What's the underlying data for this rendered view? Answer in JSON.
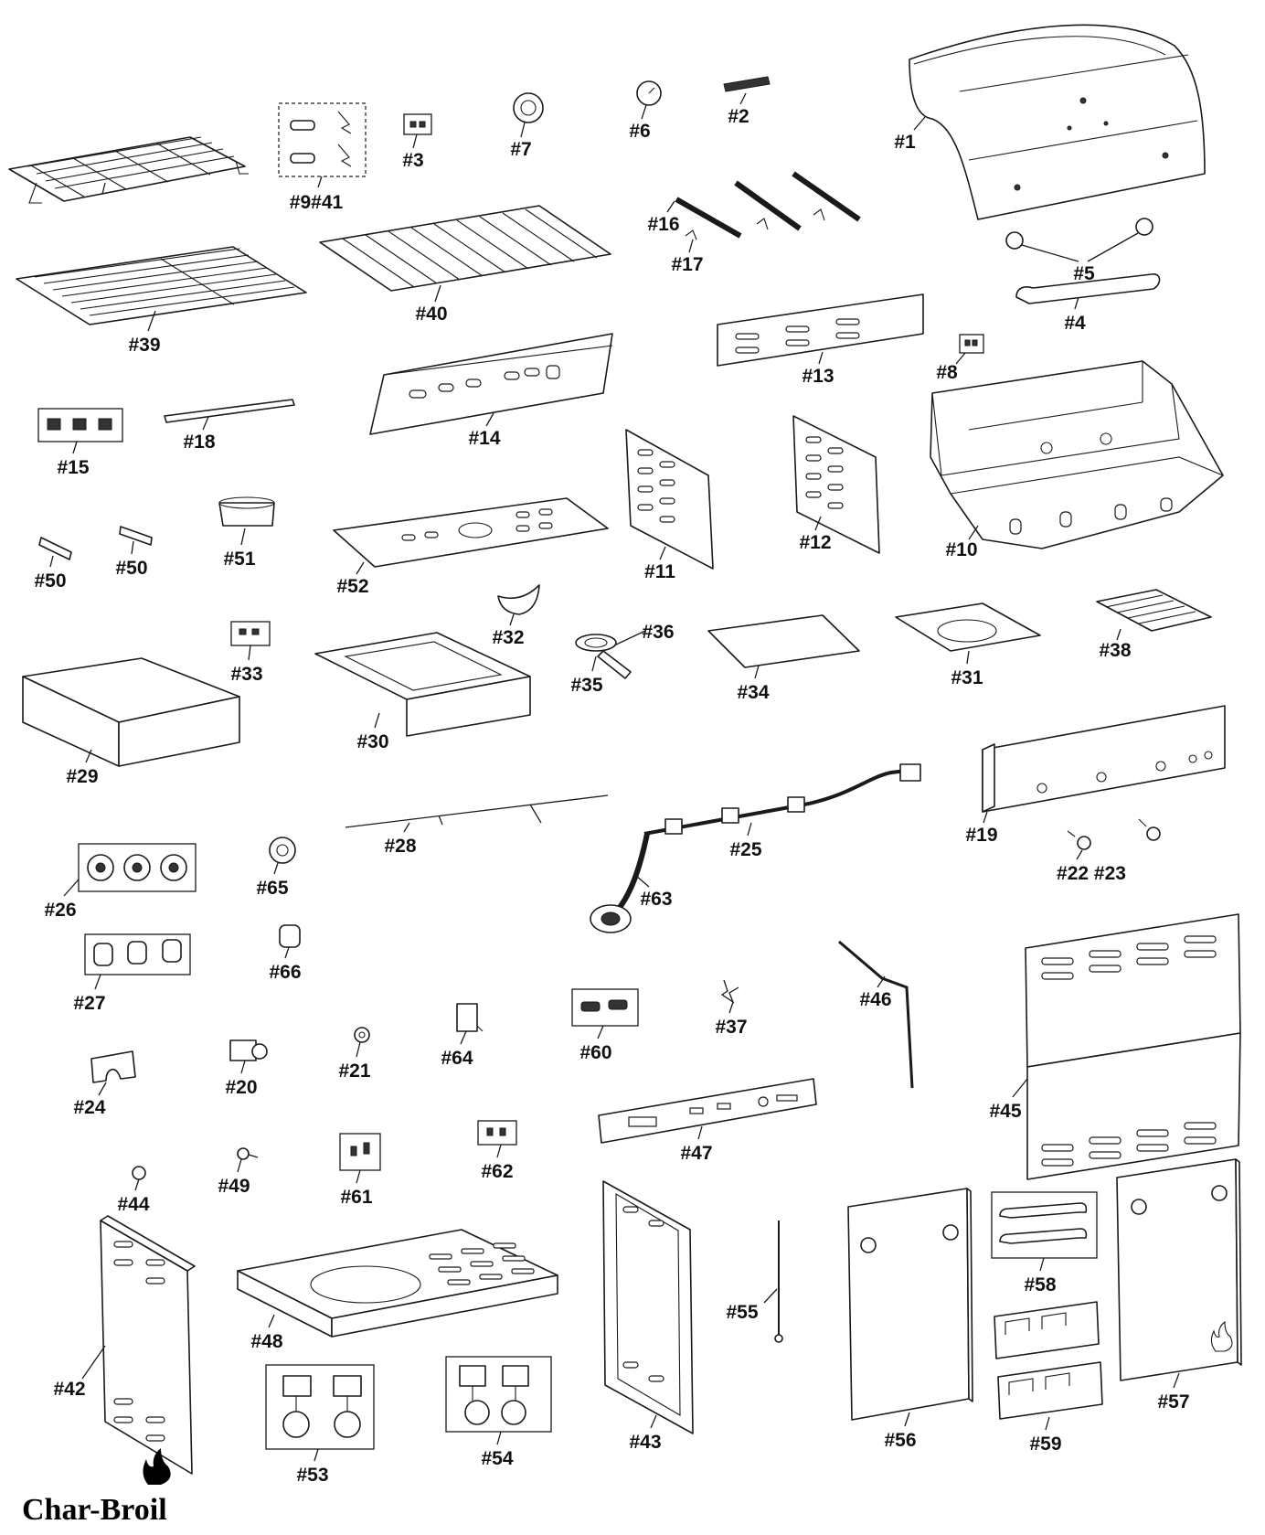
{
  "brand": "Char-Broil",
  "labels": {
    "p1": "#1",
    "p2": "#2",
    "p3": "#3",
    "p4": "#4",
    "p5": "#5",
    "p6": "#6",
    "p7": "#7",
    "p8": "#8",
    "p9_41": "#9#41",
    "p10": "#10",
    "p11": "#11",
    "p12": "#12",
    "p13": "#13",
    "p14": "#14",
    "p15": "#15",
    "p16": "#16",
    "p17": "#17",
    "p18": "#18",
    "p19": "#19",
    "p20": "#20",
    "p21": "#21",
    "p22_23": "#22 #23",
    "p24": "#24",
    "p25": "#25",
    "p26": "#26",
    "p27": "#27",
    "p28": "#28",
    "p29": "#29",
    "p30": "#30",
    "p31": "#31",
    "p32": "#32",
    "p33": "#33",
    "p34": "#34",
    "p35": "#35",
    "p36": "#36",
    "p37": "#37",
    "p38": "#38",
    "p39": "#39",
    "p40": "#40",
    "p42": "#42",
    "p43": "#43",
    "p44": "#44",
    "p45": "#45",
    "p46": "#46",
    "p47": "#47",
    "p48": "#48",
    "p49": "#49",
    "p50a": "#50",
    "p50b": "#50",
    "p51": "#51",
    "p52": "#52",
    "p53": "#53",
    "p54": "#54",
    "p55": "#55",
    "p56": "#56",
    "p57": "#57",
    "p58": "#58",
    "p59": "#59",
    "p60": "#60",
    "p61": "#61",
    "p62": "#62",
    "p63": "#63",
    "p64": "#64",
    "p65": "#65",
    "p66": "#66"
  }
}
